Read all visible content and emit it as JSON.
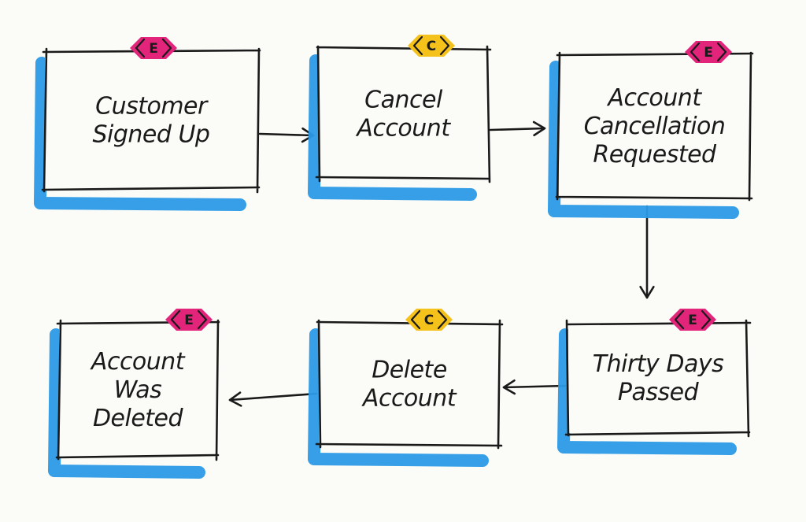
{
  "colors": {
    "paper": "#fbfbf8",
    "ink": "#1a1a1a",
    "shadow": "#2b9ae6",
    "event_tag": "#e2247a",
    "command_tag": "#f5c21b"
  },
  "cards": [
    {
      "id": "customer-signed-up",
      "kind": "event",
      "tag": "E",
      "lines": [
        "Customer",
        "Signed Up"
      ]
    },
    {
      "id": "cancel-account",
      "kind": "command",
      "tag": "C",
      "lines": [
        "Cancel",
        "Account"
      ]
    },
    {
      "id": "account-cancellation-requested",
      "kind": "event",
      "tag": "E",
      "lines": [
        "Account",
        "Cancellation",
        "Requested"
      ]
    },
    {
      "id": "thirty-days-passed",
      "kind": "event",
      "tag": "E",
      "lines": [
        "Thirty Days",
        "Passed"
      ]
    },
    {
      "id": "delete-account",
      "kind": "command",
      "tag": "C",
      "lines": [
        "Delete",
        "Account"
      ]
    },
    {
      "id": "account-was-deleted",
      "kind": "event",
      "tag": "E",
      "lines": [
        "Account",
        "Was",
        "Deleted"
      ]
    }
  ],
  "arrows": [
    {
      "from": "customer-signed-up",
      "to": "cancel-account"
    },
    {
      "from": "cancel-account",
      "to": "account-cancellation-requested"
    },
    {
      "from": "account-cancellation-requested",
      "to": "thirty-days-passed"
    },
    {
      "from": "thirty-days-passed",
      "to": "delete-account"
    },
    {
      "from": "delete-account",
      "to": "account-was-deleted"
    }
  ]
}
